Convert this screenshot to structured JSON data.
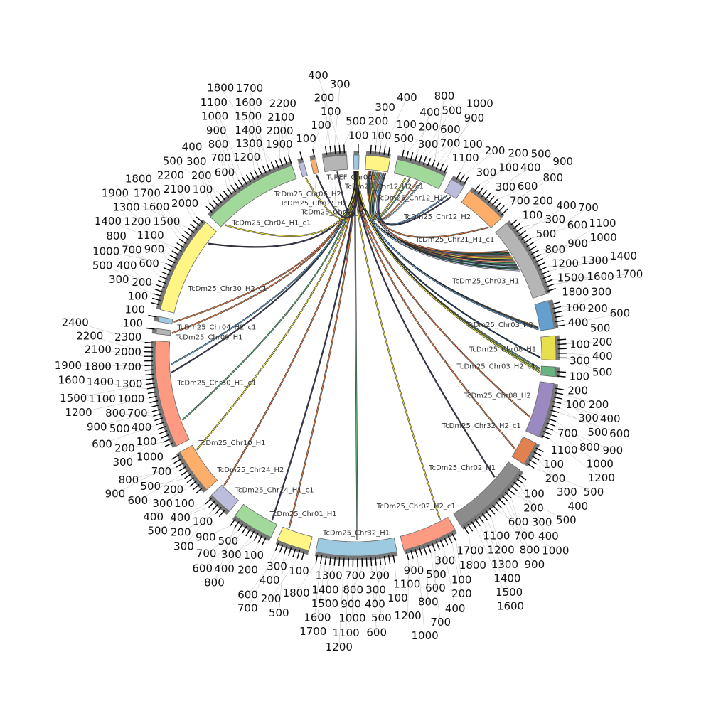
{
  "chart_data": {
    "type": "chord",
    "title": "",
    "tick_step": 100,
    "segments": [
      {
        "name": "TcREF_Chr00149",
        "length": 120,
        "color": "#9ecae1"
      },
      {
        "name": "TcDm25_Chr12_H2_c1",
        "length": 550,
        "color": "#fff585"
      },
      {
        "name": "TcDm25_Chr12_H1",
        "length": 1150,
        "color": "#a1d99b"
      },
      {
        "name": "TcDm25_Chr12_H2",
        "length": 330,
        "color": "#bcbddc"
      },
      {
        "name": "TcDm25_Chr21_H1_c1",
        "length": 950,
        "color": "#fdae6b"
      },
      {
        "name": "TcDm25_Chr03_H1",
        "length": 1850,
        "color": "#b5b5b5"
      },
      {
        "name": "TcDm25_Chr03_H2",
        "length": 650,
        "color": "#659fcf"
      },
      {
        "name": "TcDm25_Chr08_H1",
        "length": 550,
        "color": "#e8df4f"
      },
      {
        "name": "TcDm25_Chr03_H2_c1",
        "length": 220,
        "color": "#68b382"
      },
      {
        "name": "TcDm25_Chr08_H2",
        "length": 1250,
        "color": "#9b89c2"
      },
      {
        "name": "TcDm25_Chr32_H2_c1",
        "length": 550,
        "color": "#e3804f"
      },
      {
        "name": "TcDm25_Chr02_H1",
        "length": 1850,
        "color": "#8c8c8c"
      },
      {
        "name": "TcDm25_Chr02_H2_c1",
        "length": 1250,
        "color": "#fc9a82"
      },
      {
        "name": "TcDm25_Chr32_H1",
        "length": 1850,
        "color": "#9ecae1"
      },
      {
        "name": "TcDm25_Chr01_H1",
        "length": 750,
        "color": "#fff585"
      },
      {
        "name": "TcDm25_Chr24_H1_c1",
        "length": 950,
        "color": "#a1d99b"
      },
      {
        "name": "TcDm25_Chr24_H2",
        "length": 550,
        "color": "#bcbddc"
      },
      {
        "name": "TcDm25_Chr10_H1",
        "length": 1050,
        "color": "#fdae6b"
      },
      {
        "name": "TcDm25_Chr30_H1_c1",
        "length": 2450,
        "color": "#fc9a82"
      },
      {
        "name": "TcDm25_Chr09_H1",
        "length": 120,
        "color": "#b5b5b5"
      },
      {
        "name": "TcDm25_Chr04_H2_c1",
        "length": 120,
        "color": "#9ecae1"
      },
      {
        "name": "TcDm25_Chr30_H2_c1",
        "length": 2250,
        "color": "#fff585"
      },
      {
        "name": "TcDm25_Chr04_H1_c1",
        "length": 2200,
        "color": "#a1d99b"
      },
      {
        "name": "TcDm25_Chr06_H2",
        "length": 120,
        "color": "#bcbddc"
      },
      {
        "name": "TcDm25_Chr07_H2",
        "length": 120,
        "color": "#fdae6b"
      },
      {
        "name": "TcDm25_Chr05_H1",
        "length": 550,
        "color": "#b5b5b5"
      }
    ],
    "links": [
      [
        0,
        20,
        5,
        600,
        "#2f6b4f"
      ],
      [
        0,
        25,
        5,
        650,
        "#8f86c0"
      ],
      [
        0,
        30,
        5,
        700,
        "#e3804f"
      ],
      [
        0,
        35,
        5,
        750,
        "#e8df4f"
      ],
      [
        0,
        40,
        5,
        800,
        "#3b3b5a"
      ],
      [
        0,
        45,
        5,
        850,
        "#fc9a82"
      ],
      [
        0,
        50,
        5,
        900,
        "#68b382"
      ],
      [
        0,
        55,
        5,
        950,
        "#4a4a6a"
      ],
      [
        0,
        60,
        5,
        1000,
        "#9ecae1"
      ],
      [
        1,
        80,
        5,
        550,
        "#e3804f"
      ],
      [
        1,
        120,
        5,
        1050,
        "#2f6b4f"
      ],
      [
        1,
        160,
        5,
        1100,
        "#bcbddc"
      ],
      [
        0,
        65,
        6,
        560,
        "#e8df4f"
      ],
      [
        0,
        70,
        6,
        580,
        "#3b3b5a"
      ],
      [
        0,
        75,
        6,
        600,
        "#9b89c2"
      ],
      [
        0,
        80,
        6,
        620,
        "#659fcf"
      ],
      [
        0,
        85,
        7,
        500,
        "#1f3b5a"
      ],
      [
        0,
        90,
        8,
        60,
        "#659fcf"
      ],
      [
        0,
        95,
        8,
        90,
        "#e8df4f"
      ],
      [
        0,
        100,
        8,
        120,
        "#68b382"
      ],
      [
        0,
        105,
        8,
        150,
        "#e8df4f"
      ],
      [
        0,
        15,
        9,
        900,
        "#e3804f"
      ],
      [
        0,
        10,
        10,
        350,
        "#e3804f"
      ],
      [
        0,
        12,
        11,
        500,
        "#3b3b5a"
      ],
      [
        0,
        18,
        12,
        200,
        "#e8df4f"
      ],
      [
        0,
        22,
        13,
        900,
        "#68b382"
      ],
      [
        0,
        28,
        14,
        600,
        "#e3804f"
      ],
      [
        0,
        33,
        15,
        150,
        "#3b3b5a"
      ],
      [
        0,
        38,
        16,
        500,
        "#e3804f"
      ],
      [
        0,
        42,
        17,
        900,
        "#e8df4f"
      ],
      [
        0,
        48,
        18,
        500,
        "#68b382"
      ],
      [
        0,
        52,
        18,
        1700,
        "#3b3b5a"
      ],
      [
        0,
        58,
        18,
        1900,
        "#659fcf"
      ],
      [
        0,
        62,
        19,
        60,
        "#e3804f"
      ],
      [
        0,
        68,
        20,
        60,
        "#e3804f"
      ],
      [
        0,
        72,
        21,
        1900,
        "#3b3b5a"
      ],
      [
        0,
        78,
        22,
        100,
        "#e8df4f"
      ],
      [
        0,
        82,
        23,
        60,
        "#e8df4f"
      ],
      [
        0,
        88,
        24,
        60,
        "#3b3b5a"
      ],
      [
        0,
        92,
        25,
        300,
        "#3b3b5a"
      ],
      [
        1,
        200,
        4,
        900,
        "#e3804f"
      ],
      [
        1,
        250,
        2,
        300,
        "#e8df4f"
      ],
      [
        1,
        300,
        2,
        400,
        "#68b382"
      ],
      [
        1,
        350,
        2,
        600,
        "#e3804f"
      ],
      [
        1,
        400,
        2,
        700,
        "#9ecae1"
      ],
      [
        1,
        450,
        3,
        100,
        "#659fcf"
      ],
      [
        1,
        500,
        3,
        200,
        "#3b3b5a"
      ]
    ]
  }
}
